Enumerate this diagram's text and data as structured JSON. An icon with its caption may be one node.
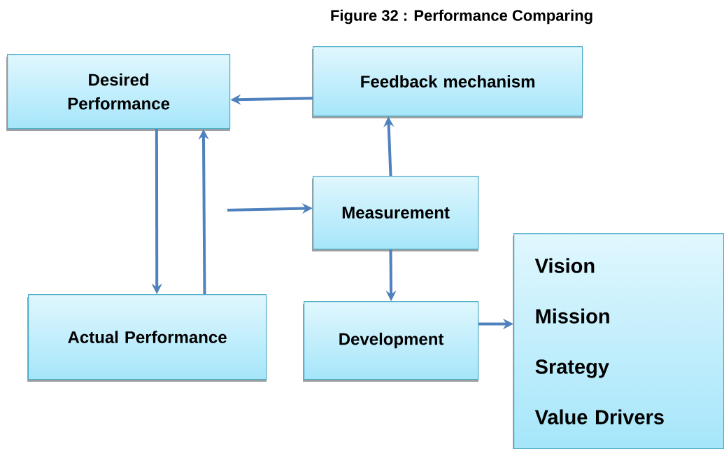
{
  "diagram": {
    "title": "Figure 32 : Performance Comparing",
    "nodes": [
      {
        "text": [
          "Desired Performance"
        ]
      },
      {
        "text": [
          "Feedback mechanism"
        ]
      },
      {
        "text": [
          "Measurement"
        ]
      },
      {
        "text": [
          "Actual Performance"
        ]
      },
      {
        "text": [
          "Development"
        ]
      },
      {
        "text": [
          "Vision",
          "Mission",
          "Srategy",
          "Value Drivers"
        ]
      }
    ],
    "edges": [
      {
        "from": 1,
        "to": 0,
        "arrow": "to"
      },
      {
        "from": 0,
        "to": 3,
        "arrow": "to"
      },
      {
        "from": 3,
        "to": 0,
        "arrow": "to"
      },
      {
        "from": null,
        "to": 2,
        "arrow": "to"
      },
      {
        "from": 2,
        "to": 1,
        "arrow": "to"
      },
      {
        "from": 2,
        "to": 4,
        "arrow": "to"
      },
      {
        "from": 4,
        "to": 5,
        "arrow": "to"
      }
    ]
  }
}
